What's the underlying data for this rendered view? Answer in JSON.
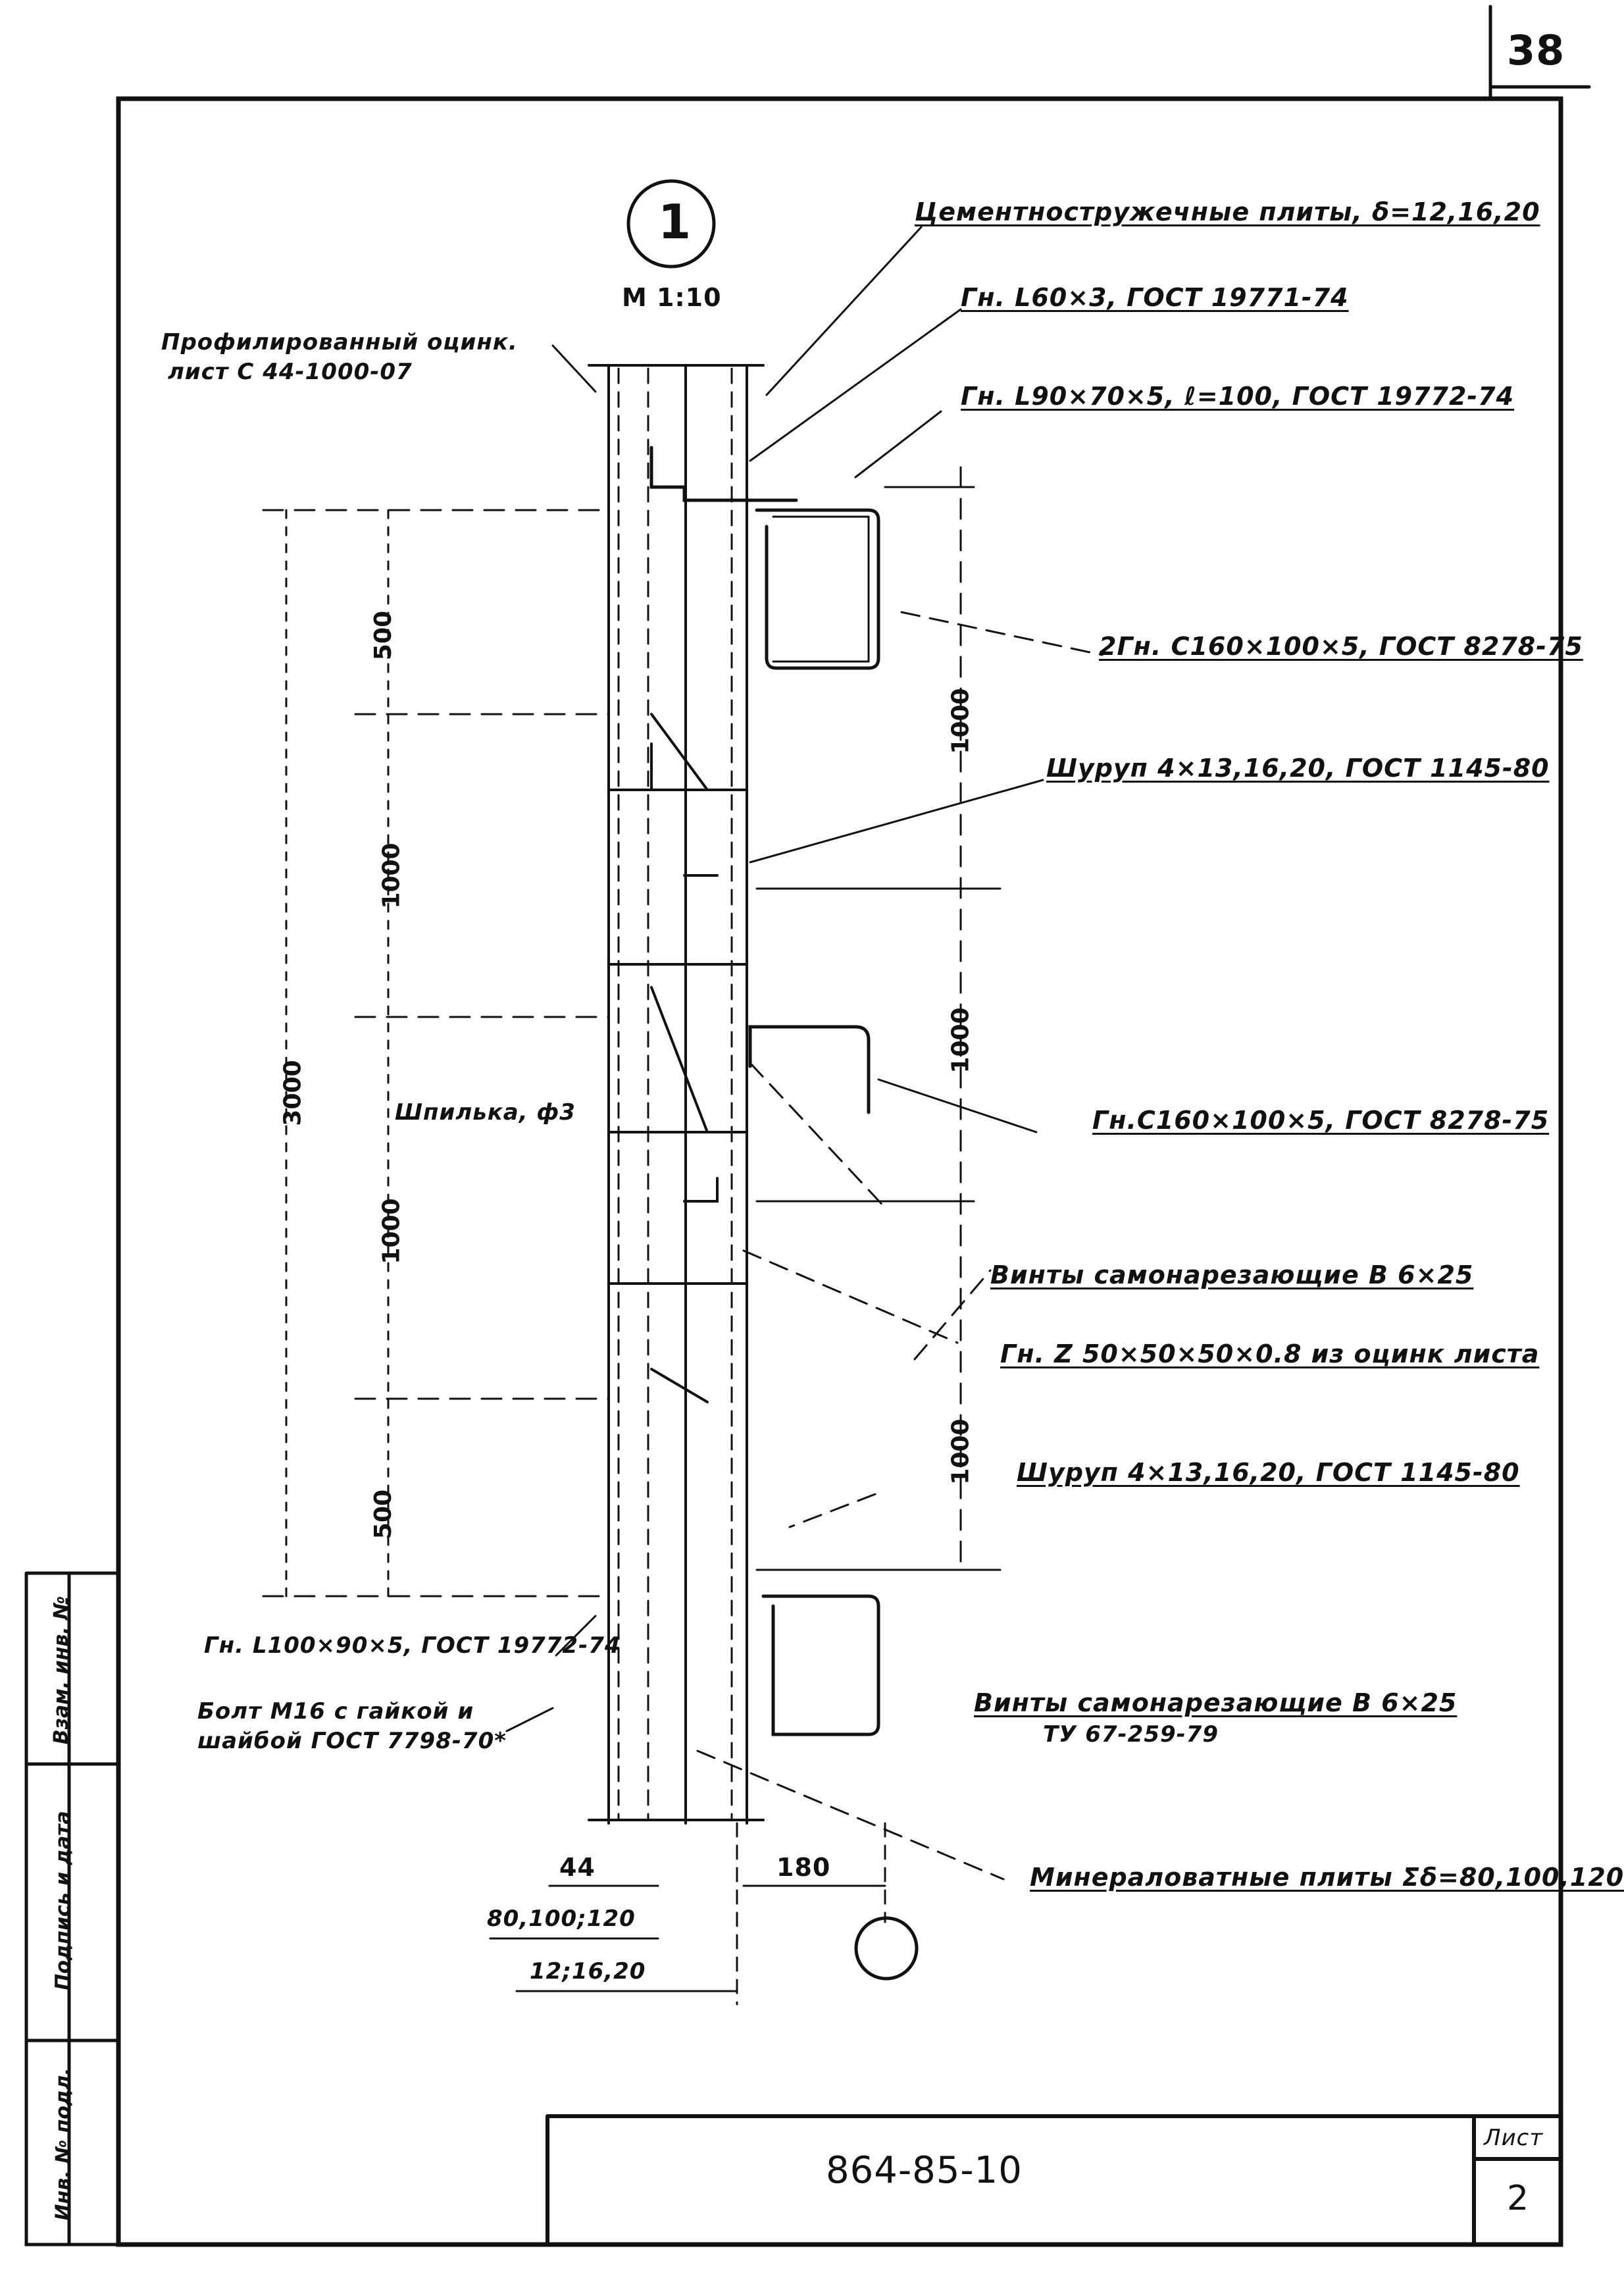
{
  "sheet": {
    "page_number": "38",
    "drawing_code": "864-85-10",
    "list_label": "Лист",
    "list_number": "2"
  },
  "callout": {
    "number": "1",
    "scale": "М 1:10"
  },
  "stamp_columns": [
    "Инв. № подл.",
    "Подпись и дата",
    "Взам. инв. №"
  ],
  "labels": {
    "cement_boards": "Цементностружечные плиты, δ=12,16,20",
    "angle_60": "Гн. L60×3, ГОСТ 19771-74",
    "angle_90": "Гн. L90×70×5, ℓ=100, ГОСТ 19772-74",
    "profiled_sheet_1": "Профилированный оцинк.",
    "profiled_sheet_2": "лист С 44-1000-07",
    "channel_double": "2Гн. C160×100×5, ГОСТ 8278-75",
    "screw_top": "Шуруп 4×13,16,20, ГОСТ 1145-80",
    "stud": "Шпилька, ф3",
    "channel_single": "Гн.C160×100×5, ГОСТ 8278-75",
    "self_tapping_1": "Винты самонарезающие В 6×25",
    "z_profile": "Гн. Z 50×50×50×0.8 из оцинк листа",
    "screw_bottom": "Шуруп 4×13,16,20, ГОСТ 1145-80",
    "angle_100": "Гн. L100×90×5, ГОСТ 19772-74",
    "bolt_1": "Болт М16 с гайкой и",
    "bolt_2": "шайбой ГОСТ 7798-70*",
    "self_tapping_2": "Винты самонарезающие В 6×25",
    "self_tapping_2_tu": "ТУ 67-259-79",
    "mineral_wool": "Минераловатные плиты Σδ=80,100,120"
  },
  "dimensions": {
    "total_height": "3000",
    "left_500_top": "500",
    "left_1000_a": "1000",
    "left_1000_b": "1000",
    "left_500_bottom": "500",
    "right_1000_a": "1000",
    "right_1000_b": "1000",
    "right_1000_c": "1000",
    "width_44": "44",
    "width_180": "180",
    "insulation": "80,100;120",
    "board": "12;16,20"
  }
}
